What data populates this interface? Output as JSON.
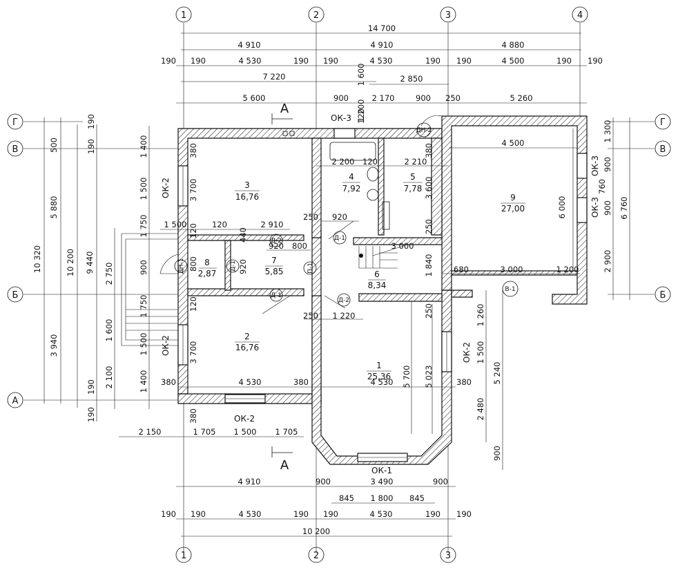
{
  "axes": {
    "top": [
      "1",
      "2",
      "3",
      "4"
    ],
    "bottom": [
      "1",
      "2",
      "3"
    ],
    "left": [
      "Г",
      "В",
      "Б",
      "А"
    ],
    "right": [
      "Г",
      "В",
      "Б"
    ]
  },
  "section_mark": "А",
  "windows": {
    "ok1": "ОК-1",
    "ok2": "ОК-2",
    "ok3": "ОК-3"
  },
  "doors": {
    "dn1": "ДН-1",
    "dn2": "ДН-2",
    "d1": "Д-1",
    "d2": "Д-2",
    "p1": "П-1",
    "v1": "В-1"
  },
  "rooms": [
    {
      "num": "1",
      "area": "25,36"
    },
    {
      "num": "2",
      "area": "16,76"
    },
    {
      "num": "3",
      "area": "16,76"
    },
    {
      "num": "4",
      "area": "7,92"
    },
    {
      "num": "5",
      "area": "7,78"
    },
    {
      "num": "6",
      "area": "8,34"
    },
    {
      "num": "7",
      "area": "5,85"
    },
    {
      "num": "8",
      "area": "2,87"
    },
    {
      "num": "9",
      "area": "27,00"
    }
  ],
  "dims": {
    "top_total": "14 700",
    "top_row2": [
      "4 910",
      "4 910",
      "4 880"
    ],
    "top_row3": [
      "190",
      "190",
      "4 530",
      "190",
      "190",
      "4 530",
      "190",
      "190",
      "4 500",
      "190",
      "190"
    ],
    "top_row4": [
      "7 220",
      "2 850",
      "1 600"
    ],
    "top_row5": [
      "5 600",
      "900",
      "2 170",
      "900",
      "250",
      "5 260",
      "1 200"
    ],
    "left_outer": [
      "10 320",
      "5 880",
      "3 940",
      "500",
      "190",
      "190"
    ],
    "left_mid": [
      "10 200",
      "9 440",
      "190",
      "190"
    ],
    "left_inner": [
      "1 400",
      "1 500",
      "1 750",
      "900",
      "1 750",
      "1 500",
      "1 400",
      "2 750",
      "1 600",
      "2 100"
    ],
    "right": [
      "1 300",
      "900",
      "760",
      "900",
      "6 760",
      "2 900"
    ],
    "interior": [
      "380",
      "3 700",
      "380",
      "3 700",
      "380",
      "380",
      "4 530",
      "380",
      "4 530",
      "1 500",
      "120",
      "2 910",
      "440",
      "120",
      "800",
      "920",
      "800",
      "920",
      "920",
      "250",
      "250",
      "1 220",
      "2 200",
      "120",
      "2 210",
      "3 600",
      "380",
      "250",
      "3 000",
      "1 840",
      "680",
      "3 000",
      "1 200",
      "4 500",
      "6 000",
      "250",
      "5 023",
      "5 700",
      "380",
      "1 260",
      "1 500",
      "2 480",
      "5 240",
      "900",
      "120",
      "120",
      "380"
    ],
    "bottom_row1": [
      "2 150",
      "1 705",
      "1 500",
      "1 705"
    ],
    "bottom_row2": [
      "4 910",
      "900",
      "3 490",
      "900"
    ],
    "bottom_row3": [
      "845",
      "1 800",
      "845"
    ],
    "bottom_row4": [
      "190",
      "190",
      "4 530",
      "190",
      "190",
      "4 530",
      "190",
      "190"
    ],
    "bottom_total": "10 200"
  },
  "colors": {
    "line": "#111111",
    "background": "#ffffff"
  }
}
